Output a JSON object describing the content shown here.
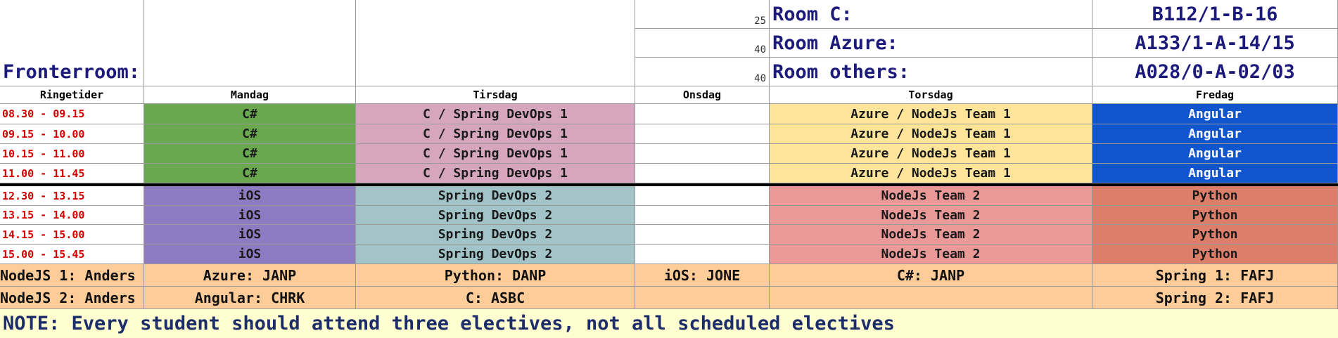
{
  "rooms": [
    {
      "capacity": "25",
      "label": "Room C:",
      "code": "B112/1-B-16"
    },
    {
      "capacity": "40",
      "label": "Room Azure:",
      "code": "A133/1-A-14/15"
    },
    {
      "capacity": "40",
      "label": "Room others:",
      "code": "A028/0-A-02/03"
    }
  ],
  "front_label": "Fronterroom:",
  "headers": [
    "Ringetider",
    "Mandag",
    "Tirsdag",
    "Onsdag",
    "Torsdag",
    "Fredag"
  ],
  "times": [
    "08.30 - 09.15",
    "09.15 - 10.00",
    "10.15 - 11.00",
    "11.00 - 11.45",
    "12.30 - 13.15",
    "13.15 - 14.00",
    "14.15 - 15.00",
    "15.00 - 15.45"
  ],
  "morning": {
    "mandag": "C#",
    "tirsdag": "C / Spring DevOps 1",
    "onsdag": "",
    "torsdag": "Azure / NodeJs Team 1",
    "fredag": "Angular"
  },
  "afternoon": {
    "mandag": "iOS",
    "tirsdag": "Spring DevOps 2",
    "onsdag": "",
    "torsdag": "NodeJs Team 2",
    "fredag": "Python"
  },
  "colors": {
    "mandag_am": "#6aa84f",
    "tirsdag_am": "#d5a6bd",
    "torsdag_am": "#ffe599",
    "fredag_am": "#1155cc",
    "mandag_pm": "#8e7cc3",
    "tirsdag_pm": "#a2c4c9",
    "torsdag_pm": "#ea9999",
    "fredag_pm": "#dd7e6b",
    "fredag_am_text": "#ffffff"
  },
  "teachers": [
    [
      "NodeJS 1: Anders",
      "Azure: JANP",
      "Python: DANP",
      "iOS: JONE",
      "C#: JANP",
      "Spring 1: FAFJ"
    ],
    [
      "NodeJS 2: Anders",
      "Angular: CHRK",
      "C: ASBC",
      "",
      "",
      "Spring 2: FAFJ"
    ]
  ],
  "note": "NOTE: Every student should attend three electives, not all scheduled electives"
}
